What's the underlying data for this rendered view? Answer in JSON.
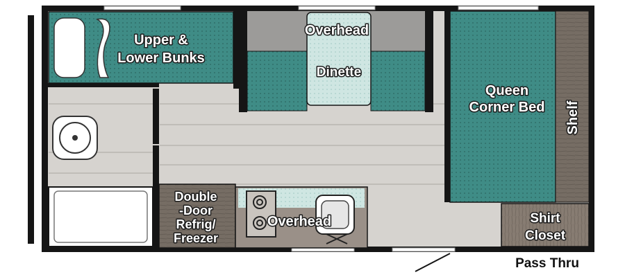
{
  "floorplan": {
    "labels": {
      "bunks_line1": "Upper &",
      "bunks_line2": "Lower Bunks",
      "overhead_top": "Overhead",
      "dinette": "Dinette",
      "bed_line1": "Queen",
      "bed_line2": "Corner Bed",
      "shelf": "Shelf",
      "fridge_line1": "Double",
      "fridge_line2": "-Door",
      "fridge_line3": "Refrig/",
      "fridge_line4": "Freezer",
      "overhead_bottom": "Overhead",
      "closet_line1": "Shirt",
      "closet_line2": "Closet",
      "pass_thru": "Pass Thru"
    },
    "colors": {
      "wall": "#151515",
      "floor": "#d6d3cf",
      "floor_line": "#b9b6b1",
      "cushion": "#3f8c86",
      "cushion_light": "#cfe6e2",
      "cabinet_wood": "#766d64",
      "closet_wood": "#877c72"
    }
  }
}
